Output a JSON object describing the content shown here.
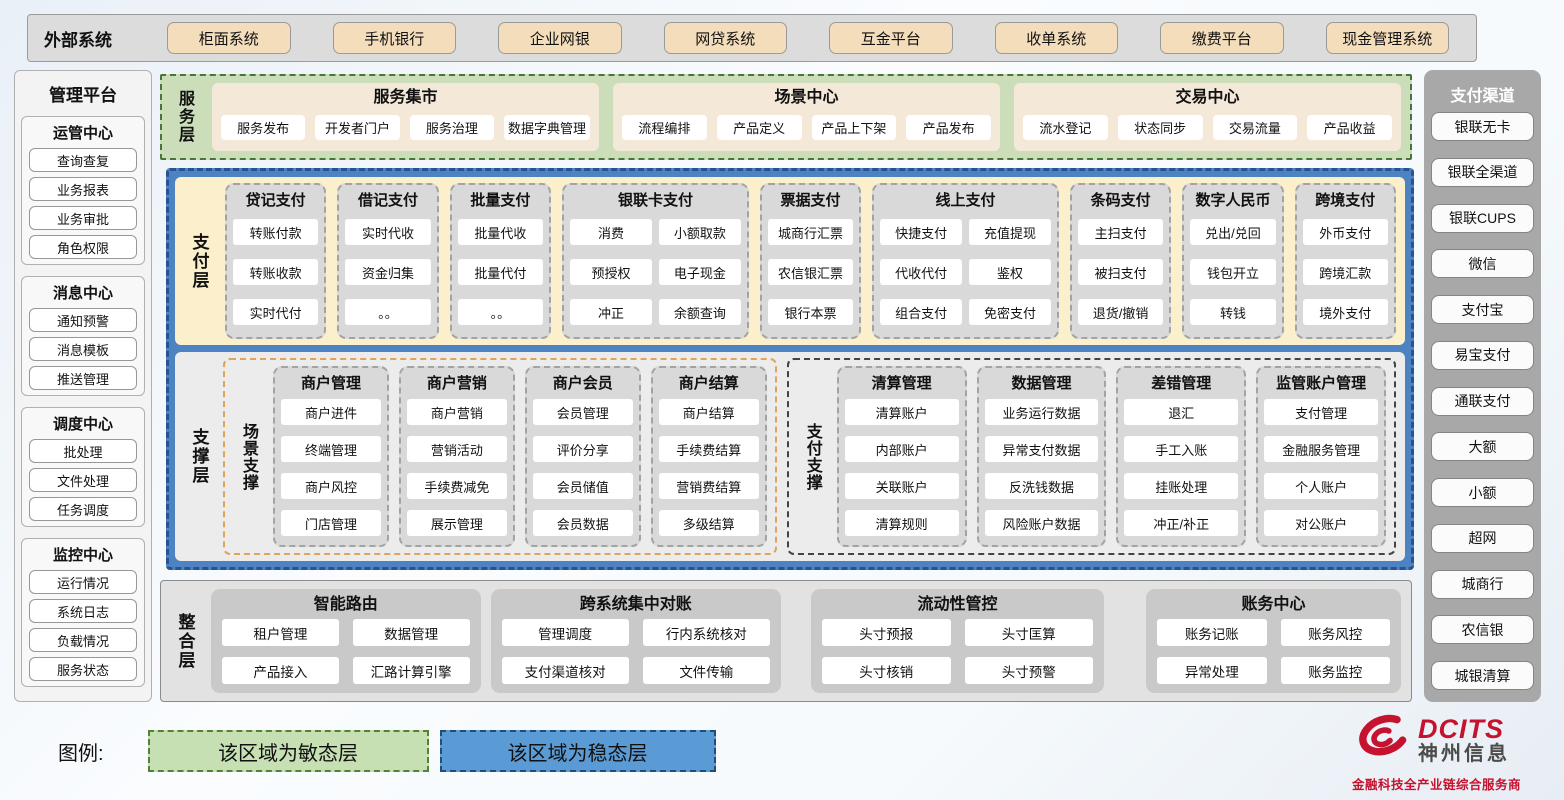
{
  "external_systems": {
    "label": "外部系统",
    "items": [
      "柜面系统",
      "手机银行",
      "企业网银",
      "网贷系统",
      "互金平台",
      "收单系统",
      "缴费平台",
      "现金管理系统"
    ]
  },
  "management_platform": {
    "title": "管理平台",
    "sections": [
      {
        "title": "运管中心",
        "items": [
          "查询查复",
          "业务报表",
          "业务审批",
          "角色权限"
        ]
      },
      {
        "title": "消息中心",
        "items": [
          "通知预警",
          "消息模板",
          "推送管理"
        ]
      },
      {
        "title": "调度中心",
        "items": [
          "批处理",
          "文件处理",
          "任务调度"
        ]
      },
      {
        "title": "监控中心",
        "items": [
          "运行情况",
          "系统日志",
          "负载情况",
          "服务状态"
        ]
      }
    ]
  },
  "service_layer": {
    "label": "服务层",
    "groups": [
      {
        "title": "服务集市",
        "items": [
          "服务发布",
          "开发者门户",
          "服务治理",
          "数据字典管理"
        ]
      },
      {
        "title": "场景中心",
        "items": [
          "流程编排",
          "产品定义",
          "产品上下架",
          "产品发布"
        ]
      },
      {
        "title": "交易中心",
        "items": [
          "流水登记",
          "状态同步",
          "交易流量",
          "产品收益"
        ]
      }
    ]
  },
  "payment_layer": {
    "label": "支付层",
    "columns": [
      {
        "title": "贷记支付",
        "cols": 1,
        "items": [
          "转账付款",
          "转账收款",
          "实时代付"
        ]
      },
      {
        "title": "借记支付",
        "cols": 1,
        "items": [
          "实时代收",
          "资金归集",
          "。。"
        ]
      },
      {
        "title": "批量支付",
        "cols": 1,
        "items": [
          "批量代收",
          "批量代付",
          "。。"
        ]
      },
      {
        "title": "银联卡支付",
        "cols": 2,
        "items": [
          "消费",
          "小额取款",
          "预授权",
          "电子现金",
          "冲正",
          "余额查询"
        ]
      },
      {
        "title": "票据支付",
        "cols": 1,
        "items": [
          "城商行汇票",
          "农信银汇票",
          "银行本票"
        ]
      },
      {
        "title": "线上支付",
        "cols": 2,
        "items": [
          "快捷支付",
          "充值提现",
          "代收代付",
          "鉴权",
          "组合支付",
          "免密支付"
        ]
      },
      {
        "title": "条码支付",
        "cols": 1,
        "items": [
          "主扫支付",
          "被扫支付",
          "退货/撤销"
        ]
      },
      {
        "title": "数字人民币",
        "cols": 1,
        "items": [
          "兑出/兑回",
          "钱包开立",
          "转钱"
        ]
      },
      {
        "title": "跨境支付",
        "cols": 1,
        "items": [
          "外币支付",
          "跨境汇款",
          "境外支付"
        ]
      }
    ]
  },
  "support_layer": {
    "label": "支撑层",
    "groups": [
      {
        "label": "场景支撑",
        "columns": [
          {
            "title": "商户管理",
            "items": [
              "商户进件",
              "终端管理",
              "商户风控",
              "门店管理"
            ]
          },
          {
            "title": "商户营销",
            "items": [
              "商户营销",
              "营销活动",
              "手续费减免",
              "展示管理"
            ]
          },
          {
            "title": "商户会员",
            "items": [
              "会员管理",
              "评价分享",
              "会员储值",
              "会员数据"
            ]
          },
          {
            "title": "商户结算",
            "items": [
              "商户结算",
              "手续费结算",
              "营销费结算",
              "多级结算"
            ]
          }
        ]
      },
      {
        "label": "支付支撑",
        "columns": [
          {
            "title": "清算管理",
            "items": [
              "清算账户",
              "内部账户",
              "关联账户",
              "清算规则"
            ]
          },
          {
            "title": "数据管理",
            "items": [
              "业务运行数据",
              "异常支付数据",
              "反洗钱数据",
              "风险账户数据"
            ]
          },
          {
            "title": "差错管理",
            "items": [
              "退汇",
              "手工入账",
              "挂账处理",
              "冲正/补正"
            ]
          },
          {
            "title": "监管账户管理",
            "items": [
              "支付管理",
              "金融服务管理",
              "个人账户",
              "对公账户"
            ]
          }
        ]
      }
    ]
  },
  "integration_layer": {
    "label": "整合层",
    "groups": [
      {
        "title": "智能路由",
        "items": [
          "租户管理",
          "数据管理",
          "产品接入",
          "汇路计算引擎"
        ]
      },
      {
        "title": "跨系统集中对账",
        "items": [
          "管理调度",
          "行内系统核对",
          "支付渠道核对",
          "文件传输"
        ]
      },
      {
        "title": "流动性管控",
        "items": [
          "头寸预报",
          "头寸匡算",
          "头寸核销",
          "头寸预警"
        ]
      },
      {
        "title": "账务中心",
        "items": [
          "账务记账",
          "账务风控",
          "异常处理",
          "账务监控"
        ]
      }
    ]
  },
  "payment_channels": {
    "title": "支付渠道",
    "items": [
      "银联无卡",
      "银联全渠道",
      "银联CUPS",
      "微信",
      "支付宝",
      "易宝支付",
      "通联支付",
      "大额",
      "小额",
      "超网",
      "城商行",
      "农信银",
      "城银清算"
    ]
  },
  "legend": {
    "label": "图例:",
    "agile_label": "该区域为敏态层",
    "stable_label": "该区域为稳态层"
  },
  "logo": {
    "brand": "DCITS",
    "company": "神州信息",
    "tagline": "金融科技全产业链综合服务商"
  },
  "colors": {
    "agile_green": "#c6e0b4",
    "stable_blue": "#5b9bd5",
    "payment_yellow": "#fbf0cb",
    "external_tan": "#f3ddbb",
    "scene_orange": "#dfa35c",
    "brand_red": "#c4122f"
  }
}
